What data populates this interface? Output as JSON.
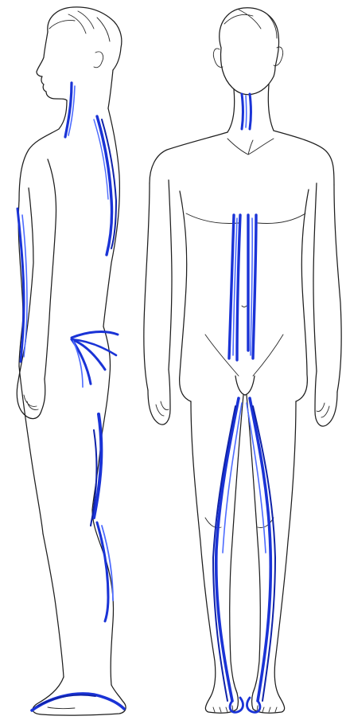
{
  "figures": [
    {
      "view": "side"
    },
    {
      "view": "front"
    }
  ],
  "colors": {
    "outline": "#1e1e1e",
    "stroke_primary": "#1a33d6",
    "stroke_light": "#4d6bff",
    "stroke_dark": "#0f22a8"
  },
  "icons": [
    "human-side-silhouette",
    "human-front-silhouette"
  ]
}
